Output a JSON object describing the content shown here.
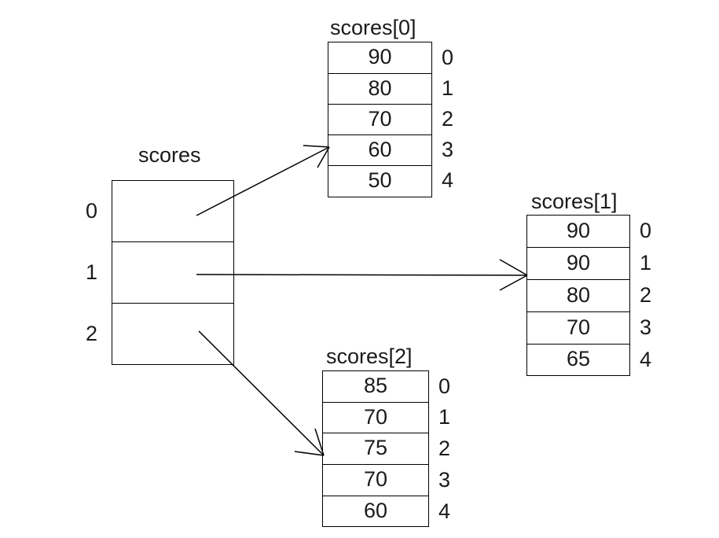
{
  "diagram": {
    "type": "array-of-arrays-pointer-diagram",
    "background_color": "#ffffff",
    "line_color": "#000000",
    "text_color": "#1a1a1a"
  },
  "pointer_array": {
    "title": "scores",
    "index_labels": [
      "0",
      "1",
      "2"
    ],
    "cells": [
      "",
      "",
      ""
    ],
    "cell_count": 3
  },
  "arrays": [
    {
      "title": "scores[0]",
      "values": [
        "90",
        "80",
        "70",
        "60",
        "50"
      ],
      "index_labels": [
        "0",
        "1",
        "2",
        "3",
        "4"
      ]
    },
    {
      "title": "scores[1]",
      "values": [
        "90",
        "90",
        "80",
        "70",
        "65"
      ],
      "index_labels": [
        "0",
        "1",
        "2",
        "3",
        "4"
      ]
    },
    {
      "title": "scores[2]",
      "values": [
        "85",
        "70",
        "75",
        "70",
        "60"
      ],
      "index_labels": [
        "0",
        "1",
        "2",
        "3",
        "4"
      ]
    }
  ],
  "pointers": [
    {
      "from_index": "0",
      "to_array": "scores[0]"
    },
    {
      "from_index": "1",
      "to_array": "scores[1]"
    },
    {
      "from_index": "2",
      "to_array": "scores[2]"
    }
  ]
}
